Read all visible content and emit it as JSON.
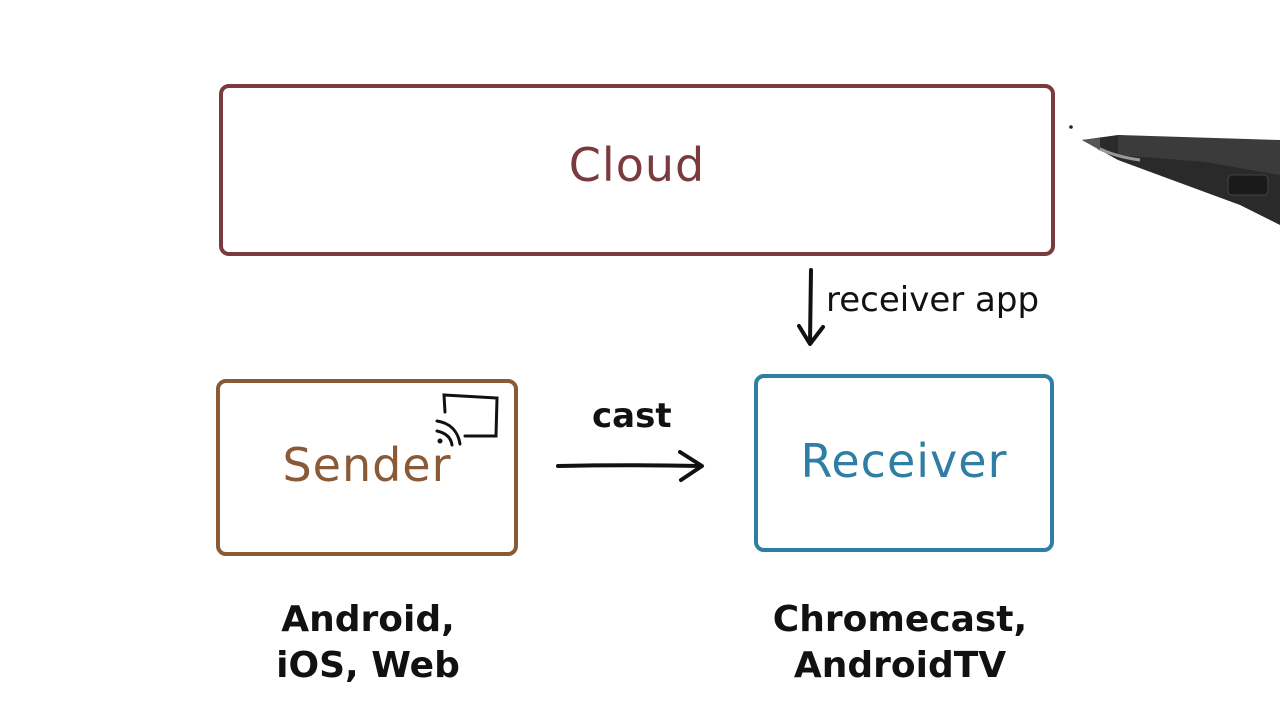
{
  "diagram": {
    "cloud": {
      "label": "Cloud",
      "color": "#7a3a3e"
    },
    "sender": {
      "label": "Sender",
      "color": "#8a5a36"
    },
    "receiver": {
      "label": "Receiver",
      "color": "#2f7ea3"
    },
    "edges": {
      "cloud_to_receiver": {
        "label": "receiver app"
      },
      "sender_to_receiver": {
        "label": "cast"
      }
    },
    "sender_platforms": {
      "line1": "Android,",
      "line2": "iOS, Web"
    },
    "receiver_platforms": {
      "line1": "Chromecast,",
      "line2": "AndroidTV"
    },
    "icons": {
      "sender_icon": "cast-icon",
      "pointer": "stylus-pen-icon"
    },
    "ink_color": "#111111"
  }
}
